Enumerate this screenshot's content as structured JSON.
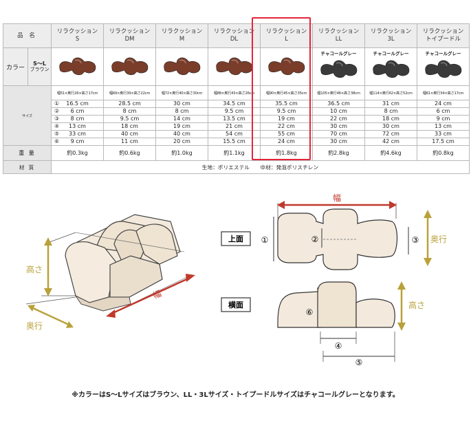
{
  "table": {
    "name_label": "品 名",
    "color_label": "カラー",
    "color_range": "S～L",
    "color_brown": "ブラウン",
    "size_label": "サイズ",
    "weight_label": "重 量",
    "material_label": "材 質",
    "material_value": "生地：ポリエステル　　中材：発泡ポリスチレン",
    "row_numbers": [
      "①",
      "②",
      "③",
      "④",
      "⑤",
      "⑥"
    ],
    "products": [
      {
        "line1": "リラクッション",
        "line2": "S",
        "color_note": "",
        "dims": "幅51×奥行26×高さ17cm",
        "values": [
          "16.5 cm",
          "6 cm",
          "8 cm",
          "13 cm",
          "33 cm",
          "9 cm"
        ],
        "weight": "約0.3kg",
        "fill": "#7a3d2a"
      },
      {
        "line1": "リラクッション",
        "line2": "DM",
        "color_note": "",
        "dims": "幅69×奥行39×高さ22cm",
        "values": [
          "28.5 cm",
          "8 cm",
          "9.5 cm",
          "18 cm",
          "40 cm",
          "11 cm"
        ],
        "weight": "約0.6kg",
        "fill": "#7a3d2a"
      },
      {
        "line1": "リラクッション",
        "line2": "M",
        "color_note": "",
        "dims": "幅72×奥行40×高さ30cm",
        "values": [
          "30 cm",
          "8 cm",
          "14 cm",
          "19 cm",
          "40 cm",
          "20 cm"
        ],
        "weight": "約1.0kg",
        "fill": "#7a3d2a"
      },
      {
        "line1": "リラクッション",
        "line2": "DL",
        "color_note": "",
        "dims": "幅88×奥行43×高さ26cm",
        "values": [
          "34.5 cm",
          "9.5 cm",
          "13.5 cm",
          "21 cm",
          "54 cm",
          "15.5 cm"
        ],
        "weight": "約1.1kg",
        "fill": "#7a3d2a"
      },
      {
        "line1": "リラクッション",
        "line2": "L",
        "color_note": "",
        "dims": "幅90×奥行45×高さ35cm",
        "values": [
          "35.5 cm",
          "9.5 cm",
          "19 cm",
          "22 cm",
          "55 cm",
          "24 cm"
        ],
        "weight": "約1.8kg",
        "fill": "#7a3d2a"
      },
      {
        "line1": "リラクッション",
        "line2": "LL",
        "color_note": "チャコールグレー",
        "dims": "幅105×奥行46×高さ38cm",
        "values": [
          "36.5 cm",
          "10 cm",
          "22 cm",
          "30 cm",
          "70 cm",
          "30 cm"
        ],
        "weight": "約2.8kg",
        "fill": "#3a3a3a"
      },
      {
        "line1": "リラクッション",
        "line2": "3L",
        "color_note": "チャコールグレー",
        "dims": "幅114×奥行62×高さ52cm",
        "values": [
          "31 cm",
          "8 cm",
          "18 cm",
          "30 cm",
          "72 cm",
          "42 cm"
        ],
        "weight": "約4.6kg",
        "fill": "#3a3a3a"
      },
      {
        "line1": "リラクッション",
        "line2": "トイプードル",
        "color_note": "チャコールグレー",
        "dims": "幅61×奥行34×高さ17cm",
        "values": [
          "24 cm",
          "6 cm",
          "9 cm",
          "13 cm",
          "33 cm",
          "17.5 cm"
        ],
        "weight": "約0.8kg",
        "fill": "#3a3a3a"
      }
    ]
  },
  "diagram": {
    "width_label": "幅",
    "height_label": "高さ",
    "depth_label": "奥行",
    "top_view_label": "上面",
    "side_view_label": "横面",
    "circled": [
      "①",
      "②",
      "③",
      "④",
      "⑤",
      "⑥"
    ],
    "colors": {
      "width_arrow": "#c0392b",
      "depth_arrow": "#b9a13a",
      "height_arrow": "#b9a13a"
    }
  },
  "footer_note": "※カラーはS～Lサイズはブラウン、LL・3Lサイズ・トイプードルサイズはチャコールグレーとなります。"
}
